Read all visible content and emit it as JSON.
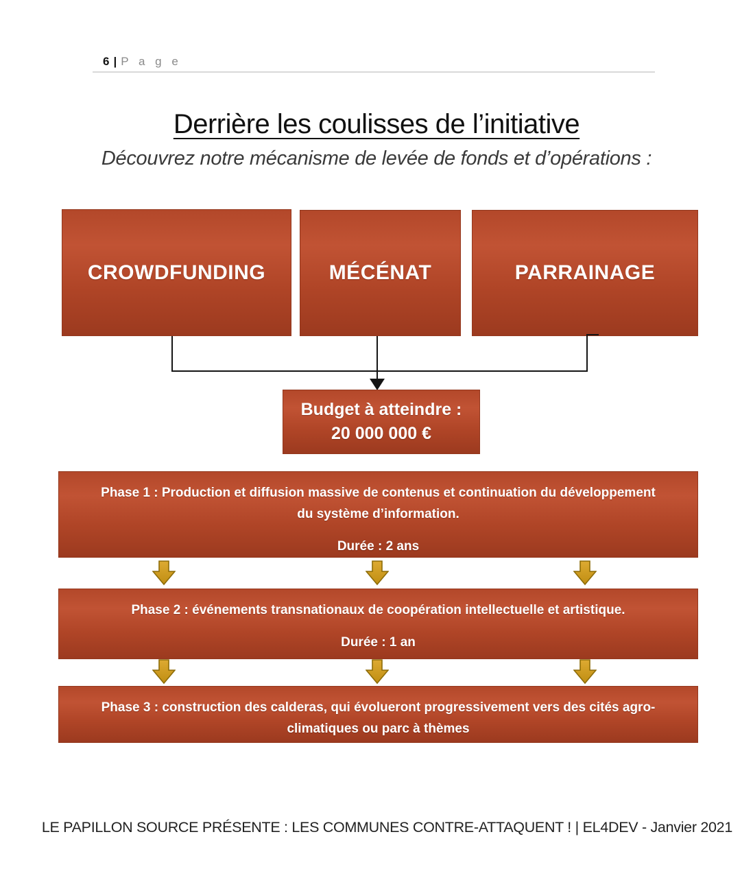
{
  "page": {
    "number": "6",
    "separator": "|",
    "label": "P a g e",
    "title": "Derrière les coulisses de l’initiative",
    "subtitle": "Découvrez notre mécanisme de levée de fonds et d’opérations :",
    "footer": "LE PAPILLON SOURCE PRÉSENTE : LES COMMUNES CONTRE-ATTAQUENT ! | EL4DEV - Janvier 2021"
  },
  "diagram": {
    "sources": [
      {
        "label": "CROWDFUNDING"
      },
      {
        "label": "MÉCÉNAT"
      },
      {
        "label": "PARRAINAGE"
      }
    ],
    "budget": {
      "line1": "Budget à atteindre :",
      "line2": "20 000 000 €"
    },
    "phases": [
      {
        "line1": "Phase 1 : Production et diffusion massive de contenus et continuation du développement",
        "line2": "du système d’information.",
        "duration": "Durée : 2 ans"
      },
      {
        "line1": "Phase 2 : événements transnationaux de coopération intellectuelle et artistique.",
        "line2": "",
        "duration": "Durée : 1 an"
      },
      {
        "line1": "Phase 3 : construction des calderas, qui évolueront progressivement vers des cités agro-",
        "line2": "climatiques ou parc à thèmes",
        "duration": ""
      }
    ],
    "colors": {
      "box_red_top": "#b3482a",
      "box_red_mid": "#c15334",
      "box_red_bottom": "#9c3a1f",
      "box_border": "#93371d",
      "arrow_gold_fill": "#cf9d1e",
      "arrow_gold_stroke": "#8d6c08",
      "connector_black": "#141414",
      "header_rule_gray": "#d9d9d9"
    }
  }
}
